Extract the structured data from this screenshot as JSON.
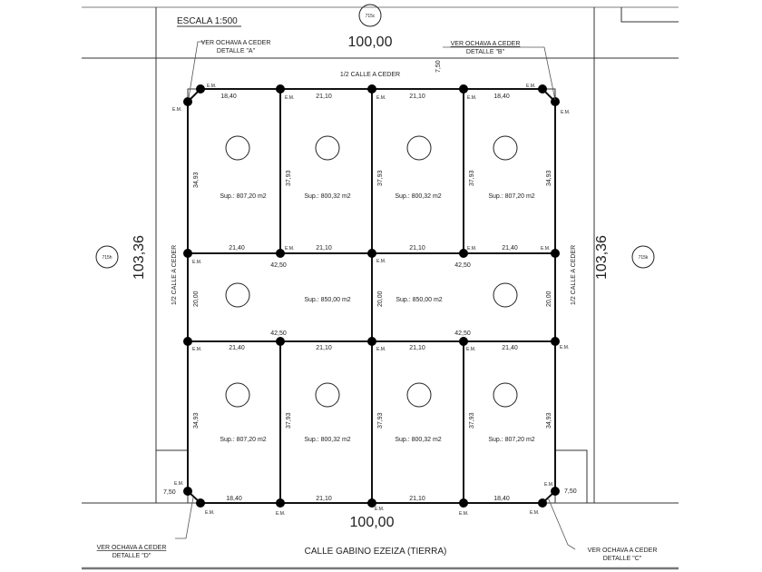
{
  "scale": "ESCALA 1:500",
  "parcels": {
    "top": "715c",
    "left": "715h",
    "right": "715k"
  },
  "frontage": {
    "top": "100,00",
    "bottom": "100,00",
    "left": "103,36",
    "right": "103,36"
  },
  "street_cession": "1/2 CALLE A CEDER",
  "street_name": "CALLE GABINO EZEIZA (TIERRA)",
  "ochava": {
    "line1": "VER OCHAVA A CEDER",
    "a": "DETALLE \"A\"",
    "b": "DETALLE \"B\"",
    "c": "DETALLE \"C\"",
    "d": "DETALLE \"D\""
  },
  "marker": "E.M.",
  "dims": {
    "d750": "7,50",
    "d1840": "18,40",
    "d2110": "21,10",
    "d2140": "21,40",
    "d4250": "42,50",
    "d3493": "34,93",
    "d3793": "37,93",
    "d2000": "20,00"
  },
  "areas": {
    "a807": "Sup.: 807,20 m2",
    "a800": "Sup.: 800,32 m2",
    "a850": "Sup.: 850,00 m2"
  }
}
